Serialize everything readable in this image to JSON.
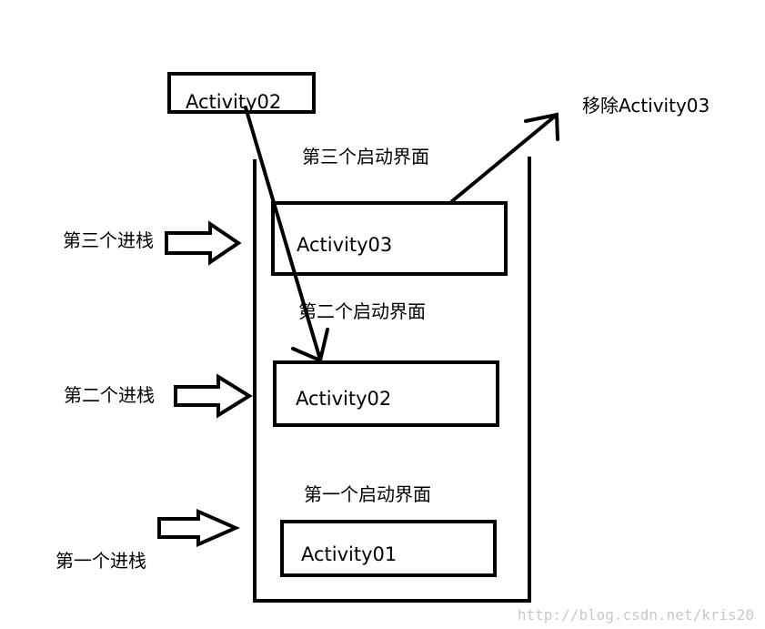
{
  "diagram": {
    "top_box_label": "Activity02",
    "remove_label": "移除Activity03",
    "stack_boxes": {
      "activity03": "Activity03",
      "activity02": "Activity02",
      "activity01": "Activity01"
    },
    "launch_labels": {
      "third": "第三个启动界面",
      "second": "第二个启动界面",
      "first": "第一个启动界面"
    },
    "push_labels": {
      "third": "第三个进栈",
      "second": "第二个进栈",
      "first": "第一个进栈"
    }
  },
  "watermark": "http://blog.csdn.net/kris20"
}
